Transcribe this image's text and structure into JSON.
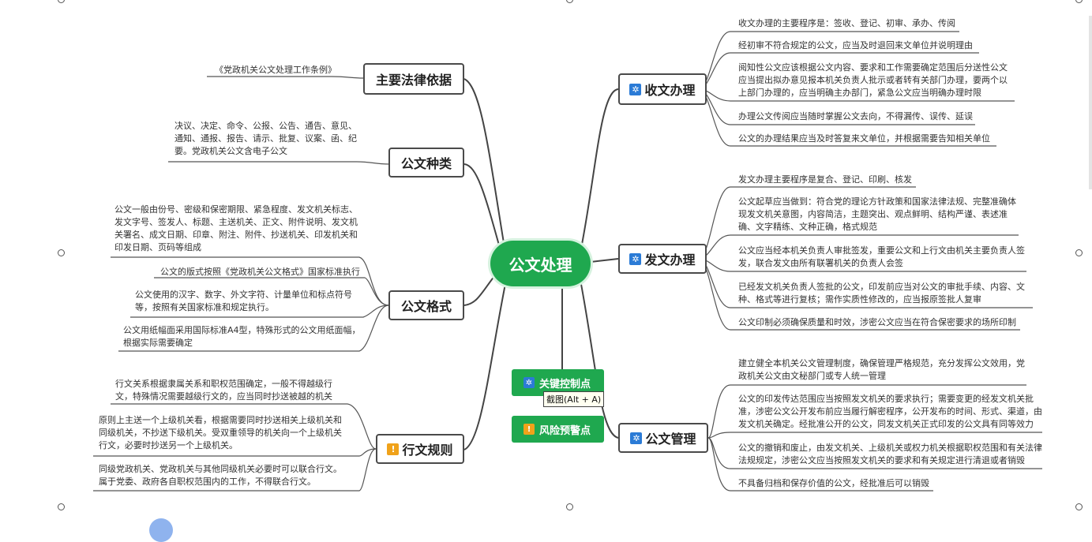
{
  "center": {
    "label": "公文处理"
  },
  "branches": {
    "laws": {
      "label": "主要法律依据"
    },
    "types": {
      "label": "公文种类"
    },
    "format": {
      "label": "公文格式"
    },
    "rules": {
      "label": "行文规则"
    },
    "receive": {
      "label": "收文办理"
    },
    "send": {
      "label": "发文办理"
    },
    "manage": {
      "label": "公文管理"
    }
  },
  "buttons": {
    "key_points": "关键控制点",
    "risk_warning": "风险预警点"
  },
  "tooltip": "截图(Alt + A)",
  "leaves": {
    "laws": [
      "《党政机关公文处理工作条例》"
    ],
    "types": [
      "决议、决定、命令、公报、公告、通告、意见、\n通知、通报、报告、请示、批复、议案、函、纪\n要。党政机关公文含电子公文"
    ],
    "format": [
      "公文一般由份号、密级和保密期限、紧急程度、发文机关标志、\n发文字号、签发人、标题、主送机关、正文、附件说明、发文机\n关署名、成文日期、印章、附注、附件、抄送机关、印发机关和\n印发日期、页码等组成",
      "公文的版式按照《党政机关公文格式》国家标准执行",
      "公文使用的汉字、数字、外文字符、计量单位和标点符号\n等，按照有关国家标准和规定执行。",
      "公文用纸幅面采用国际标准A4型，特殊形式的公文用纸面幅，\n根据实际需要确定"
    ],
    "rules": [
      "行文关系根据隶属关系和职权范围确定，一般不得越级行\n文，特殊情况需要越级行文的，应当同时抄送被越的机关",
      "原则上主送一个上级机关看，根据需要同时抄送相关上级机关和\n同级机关，不抄送下级机关。受双重领导的机关向一个上级机关\n行文，必要时抄送另一个上级机关。",
      "同级党政机关、党政机关与其他同级机关必要时可以联合行文。\n属于党委、政府各自职权范围内的工作，不得联合行文。"
    ],
    "receive": [
      "收文办理的主要程序是：签收、登记、初审、承办、传阅",
      "经初审不符合规定的公文，应当及时退回来文单位并说明理由",
      "阅知性公文应该根据公文内容、要求和工作需要确定范围后分送性公文\n应当提出拟办意见报本机关负责人批示或者转有关部门办理，要两个以\n上部门办理的，应当明确主办部门，紧急公文应当明确办理时限",
      "办理公文传阅应当随时掌握公文去向，不得漏传、误传、延误",
      "公文的办理结果应当及时答复来文单位，并根据需要告知相关单位"
    ],
    "send": [
      "发文办理主要程序是复合、登记、印刷、核发",
      "公文起草应当做到：符合党的理论方针政策和国家法律法规、完整准确体\n现发文机关意图，内容简洁，主题突出、观点鲜明、结构严谨、表述准\n确、文字精练、文种正确，格式规范",
      "公文应当经本机关负责人审批签发，重要公文和上行文由机关主要负责人签\n发，联合发文由所有联署机关的负责人会签",
      "已经发文机关负责人签批的公文，印发前应当对公文的审批手续、内容、文\n种、格式等进行复核；需作实质性修改的，应当报原签批人复审",
      "公文印制必须确保质量和时效，涉密公文应当在符合保密要求的场所印制"
    ],
    "manage": [
      "建立健全本机关公文管理制度，确保管理严格规范，充分发挥公文效用，党\n政机关公文由文秘部门或专人统一管理",
      "公文的印发传达范围应当按照发文机关的要求执行；需要变更的经发文机关批\n准，涉密公文公开发布前应当履行解密程序，公开发布的时间、形式、渠道，由\n发文机关确定。经批准公开的公文，同发文机关正式印发的公文具有同等效力",
      "公文的撤销和废止，由发文机关、上级机关或权力机关根据职权范围和有关法律\n法规规定，涉密公文应当按照发文机关的要求和有关规定进行清退或者销毁",
      "不具备归档和保存价值的公文，经批准后可以销毁"
    ]
  }
}
